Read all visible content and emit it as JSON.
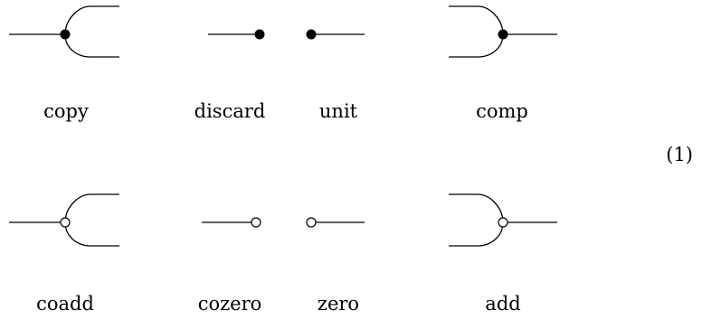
{
  "labels": {
    "copy": "copy",
    "discard": "discard",
    "unit": "unit",
    "comp": "comp",
    "coadd": "coadd",
    "cozero": "cozero",
    "zero": "zero",
    "add": "add"
  },
  "equation_number": "(1)",
  "colors": {
    "stroke": "#000000",
    "filled_dot": "#000000",
    "hollow_dot": "#ffffff"
  }
}
